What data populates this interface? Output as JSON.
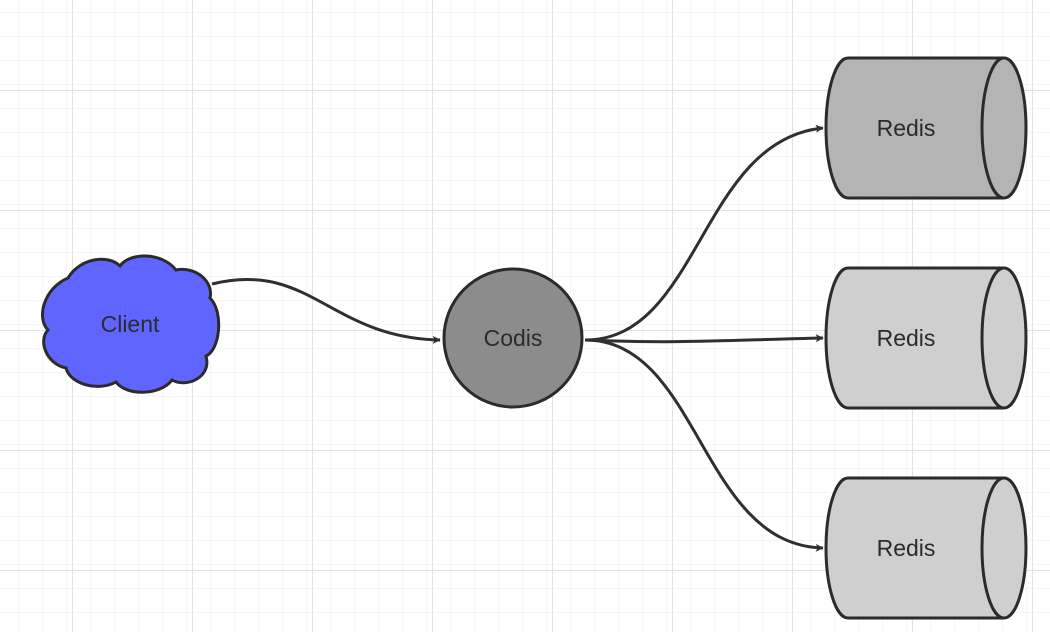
{
  "nodes": {
    "client": {
      "label": "Client",
      "shape": "cloud",
      "fill": "#6165ff"
    },
    "codis": {
      "label": "Codis",
      "shape": "circle",
      "fill": "#8c8c8c"
    },
    "redis": [
      {
        "label": "Redis",
        "shape": "cylinder",
        "fill": "#b4b4b4"
      },
      {
        "label": "Redis",
        "shape": "cylinder",
        "fill": "#cfcfcf"
      },
      {
        "label": "Redis",
        "shape": "cylinder",
        "fill": "#cfcfcf"
      }
    ]
  },
  "edges": [
    {
      "from": "client",
      "to": "codis"
    },
    {
      "from": "codis",
      "to": "redis.0"
    },
    {
      "from": "codis",
      "to": "redis.1"
    },
    {
      "from": "codis",
      "to": "redis.2"
    }
  ],
  "colors": {
    "stroke": "#2b2b2b",
    "grid": "#ececec",
    "background": "#ffffff"
  }
}
